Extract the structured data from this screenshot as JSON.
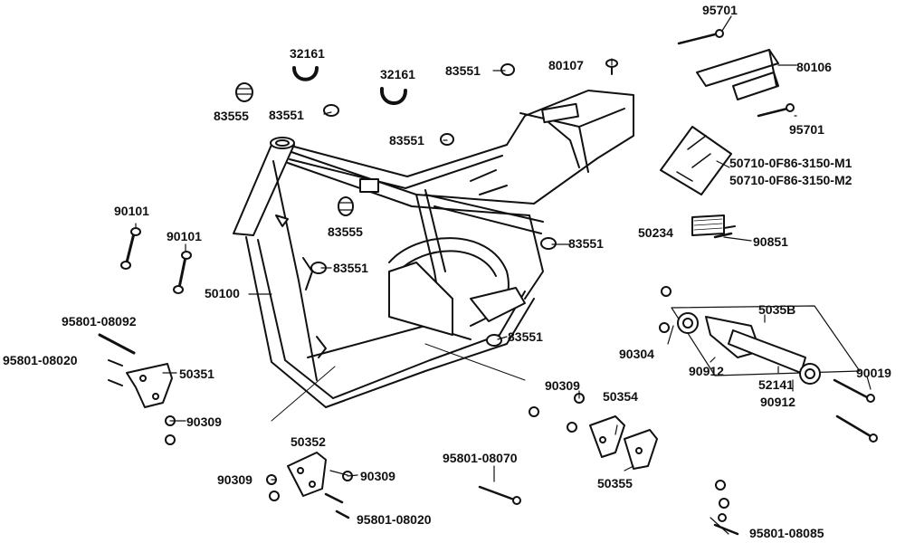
{
  "labels": [
    "95701",
    "80106",
    "95701",
    "50710-0F86-3150-M1",
    "50710-0F86-3150-M2",
    "32161",
    "32161",
    "83551",
    "80107",
    "83555",
    "83551",
    "83551",
    "83555",
    "90101",
    "90101",
    "50100",
    "83551",
    "50234",
    "90851",
    "83551",
    "95801-08092",
    "95801-08020",
    "50351",
    "90309",
    "5035B",
    "90304",
    "90912",
    "52141",
    "90912",
    "90019",
    "83551",
    "90309",
    "50354",
    "50355",
    "50352",
    "90309",
    "90309",
    "95801-08020",
    "95801-08070",
    "95801-08085"
  ],
  "colors": {
    "line": "#111111",
    "background": "#ffffff"
  }
}
